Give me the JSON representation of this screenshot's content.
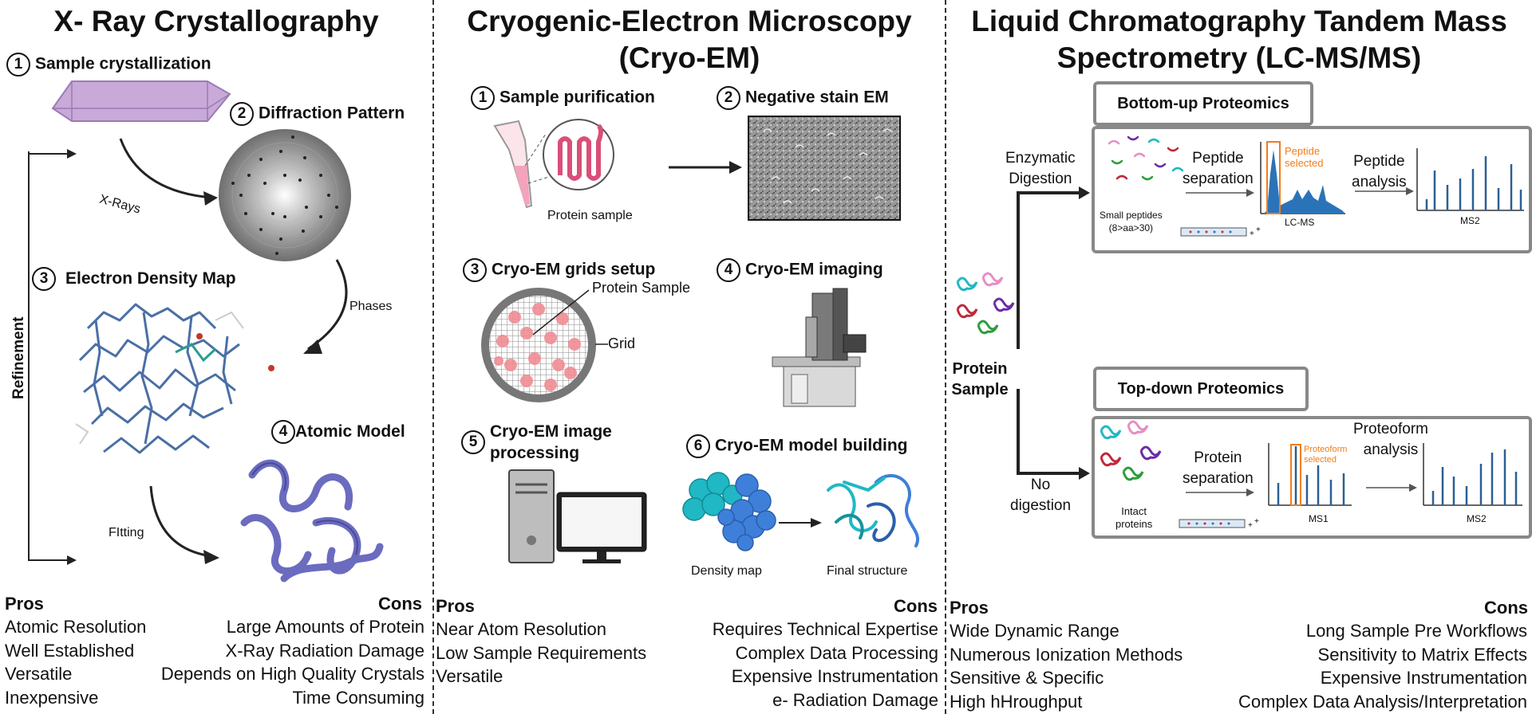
{
  "xray": {
    "title": "X- Ray Crystallography",
    "step1": {
      "num": "1",
      "label": "Sample crystallization"
    },
    "step2": {
      "num": "2",
      "label": "Diffraction Pattern"
    },
    "step3": {
      "num": "3",
      "label": "Electron Density Map"
    },
    "step4": {
      "num": "4",
      "label": "Atomic Model"
    },
    "xrays_label": "X-Rays",
    "phases_label": "Phases",
    "fitting_label": "FItting",
    "refinement_label": "Refinement",
    "pros_header": "Pros",
    "cons_header": "Cons",
    "pros": [
      "Atomic Resolution",
      "Well Established",
      "Versatile",
      "Inexpensive"
    ],
    "cons": [
      "Large Amounts of Protein",
      "X-Ray Radiation Damage",
      "Depends on High Quality Crystals",
      "Time Consuming"
    ]
  },
  "cryo": {
    "title_line1": "Cryogenic-Electron Microscopy",
    "title_line2": "(Cryo-EM)",
    "step1": {
      "num": "1",
      "label": "Sample purification"
    },
    "step2": {
      "num": "2",
      "label": "Negative stain EM"
    },
    "step3": {
      "num": "3",
      "label": "Cryo-EM grids setup"
    },
    "step4": {
      "num": "4",
      "label": "Cryo-EM imaging"
    },
    "step5": {
      "num": "5",
      "label_line1": "Cryo-EM image",
      "label_line2": "processing"
    },
    "step6": {
      "num": "6",
      "label": "Cryo-EM model building"
    },
    "protein_sample_caption": "Protein sample",
    "grid_protein_label": "Protein Sample",
    "grid_label": "Grid",
    "density_map_label": "Density map",
    "final_structure_label": "Final structure",
    "pros_header": "Pros",
    "cons_header": "Cons",
    "pros": [
      "Near Atom Resolution",
      "Low Sample Requirements",
      "Versatile"
    ],
    "cons": [
      "Requires Technical Expertise",
      "Complex Data Processing",
      "Expensive Instrumentation",
      "e- Radiation Damage"
    ]
  },
  "lcms": {
    "title_line1": "Liquid Chromatography Tandem Mass",
    "title_line2": "Spectrometry (LC-MS/MS)",
    "protein_sample_line1": "Protein",
    "protein_sample_line2": "Sample",
    "enzymatic_line1": "Enzymatic",
    "enzymatic_line2": "Digestion",
    "no_digestion_line1": "No",
    "no_digestion_line2": "digestion",
    "bottom_up": {
      "title": "Bottom-up Proteomics",
      "small_peptides_line1": "Small peptides",
      "small_peptides_line2": "(8>aa>30)",
      "separation_line1": "Peptide",
      "separation_line2": "separation",
      "selected_line1": "Peptide",
      "selected_line2": "selected",
      "analysis_line1": "Peptide",
      "analysis_line2": "analysis",
      "lcms_label": "LC-MS",
      "ms2_label": "MS2"
    },
    "top_down": {
      "title": "Top-down Proteomics",
      "intact_line1": "Intact",
      "intact_line2": "proteins",
      "separation_line1": "Protein",
      "separation_line2": "separation",
      "selected_line1": "Proteoform",
      "selected_line2": "selected",
      "analysis_line1": "Proteoform",
      "analysis_line2": "analysis",
      "ms1_label": "MS1",
      "ms2_label": "MS2"
    },
    "pros_header": "Pros",
    "cons_header": "Cons",
    "pros": [
      "Wide Dynamic Range",
      "Numerous Ionization Methods",
      "Sensitive & Specific",
      "High hHroughput"
    ],
    "cons": [
      "Long Sample Pre Workflows",
      "Sensitivity to Matrix Effects",
      "Expensive Instrumentation",
      "Complex Data Analysis/Interpretation"
    ]
  },
  "colors": {
    "crystal": "#c8a9d8",
    "protein_blue": "#4a6fa5",
    "atomic_model": "#6b6bc0",
    "cyan": "#1fb8c4",
    "lc_blue": "#2b73b8",
    "selected_orange": "#f07d1a",
    "box_border": "#888888"
  }
}
